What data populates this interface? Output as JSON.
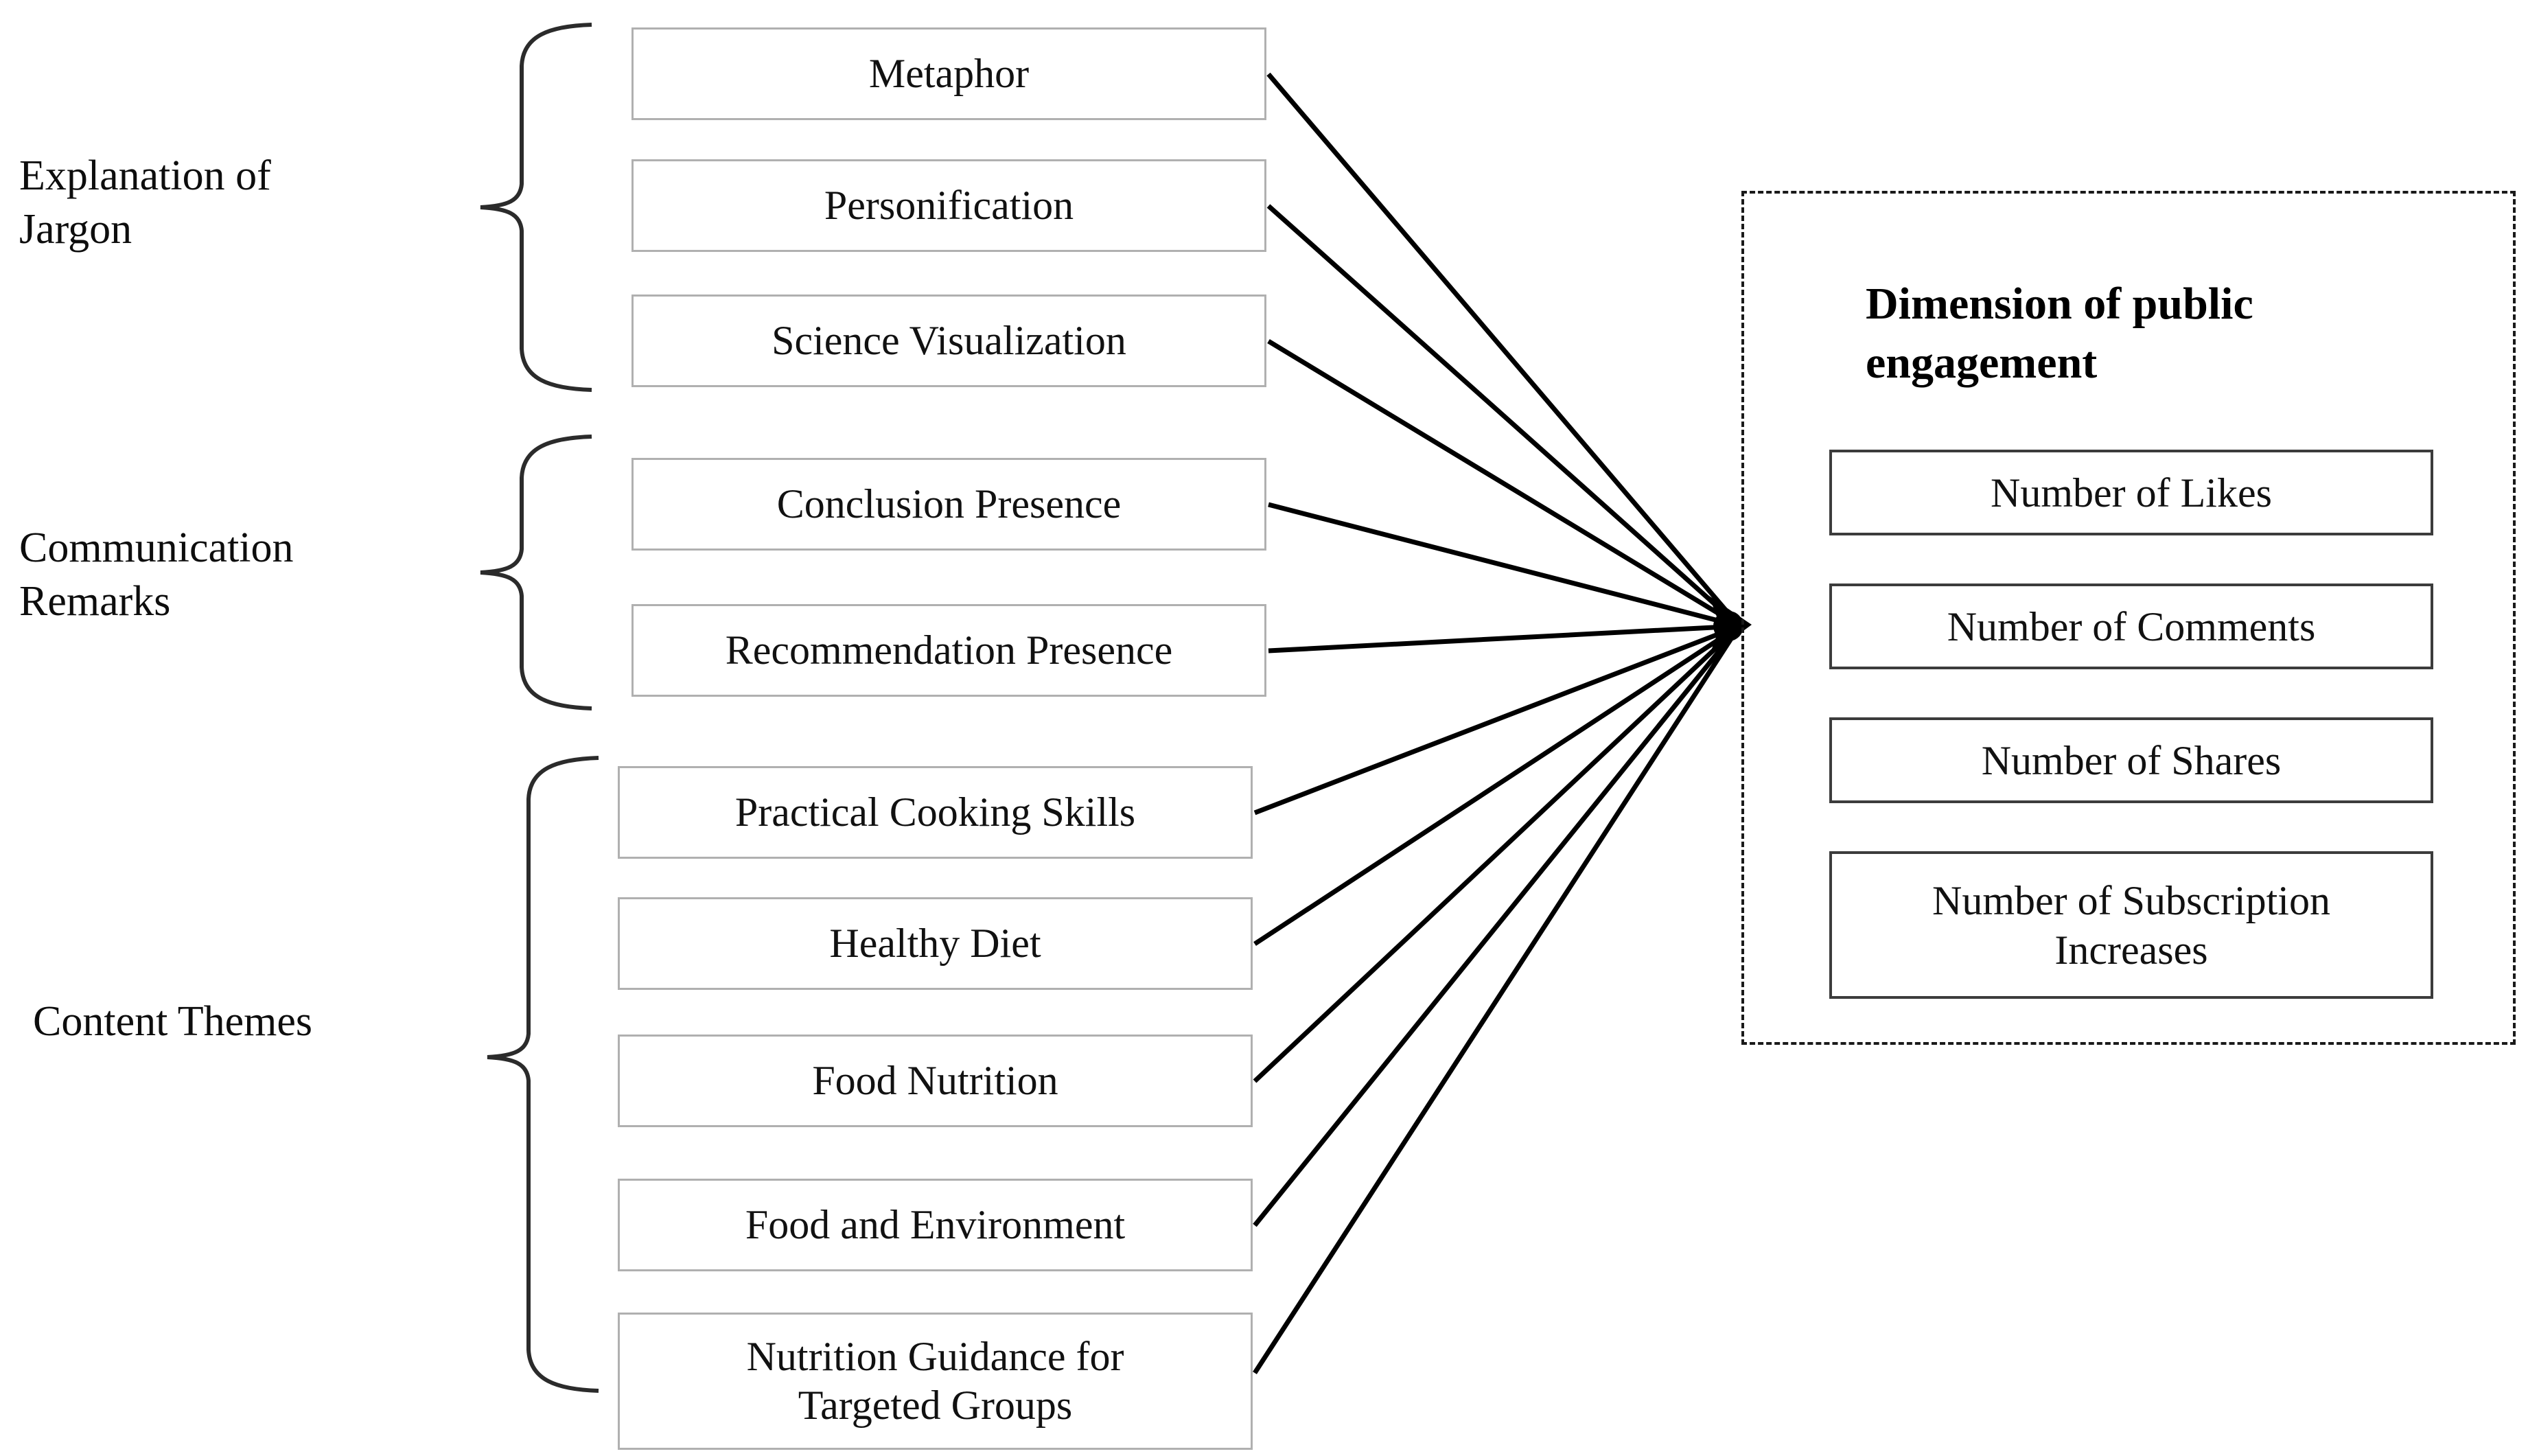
{
  "figure": {
    "type": "conceptual-framework-diagram",
    "background_color": "#ffffff",
    "line_color": "#000000",
    "box_border_color": "#b0b0b0",
    "outcome_border_color": "#3c3c3c",
    "panel_border_color": "#1a1a1a"
  },
  "groups": [
    {
      "id": "explanation-of-jargon",
      "label": "Explanation of\nJargon",
      "items": [
        {
          "label": "Metaphor"
        },
        {
          "label": "Personification"
        },
        {
          "label": "Science Visualization"
        }
      ]
    },
    {
      "id": "communication-remarks",
      "label": "Communication\nRemarks",
      "items": [
        {
          "label": "Conclusion Presence"
        },
        {
          "label": "Recommendation Presence"
        }
      ]
    },
    {
      "id": "content-themes",
      "label": "Content Themes",
      "items": [
        {
          "label": "Practical Cooking Skills"
        },
        {
          "label": "Healthy Diet"
        },
        {
          "label": "Food Nutrition"
        },
        {
          "label": "Food and Environment"
        },
        {
          "label": "Nutrition Guidance for\nTargeted Groups"
        }
      ]
    }
  ],
  "outcome_panel": {
    "title": "Dimension of public\nengagement",
    "items": [
      {
        "label": "Number of Likes"
      },
      {
        "label": "Number of Comments"
      },
      {
        "label": "Number of Shares"
      },
      {
        "label": "Number of Subscription\nIncreases"
      }
    ]
  }
}
